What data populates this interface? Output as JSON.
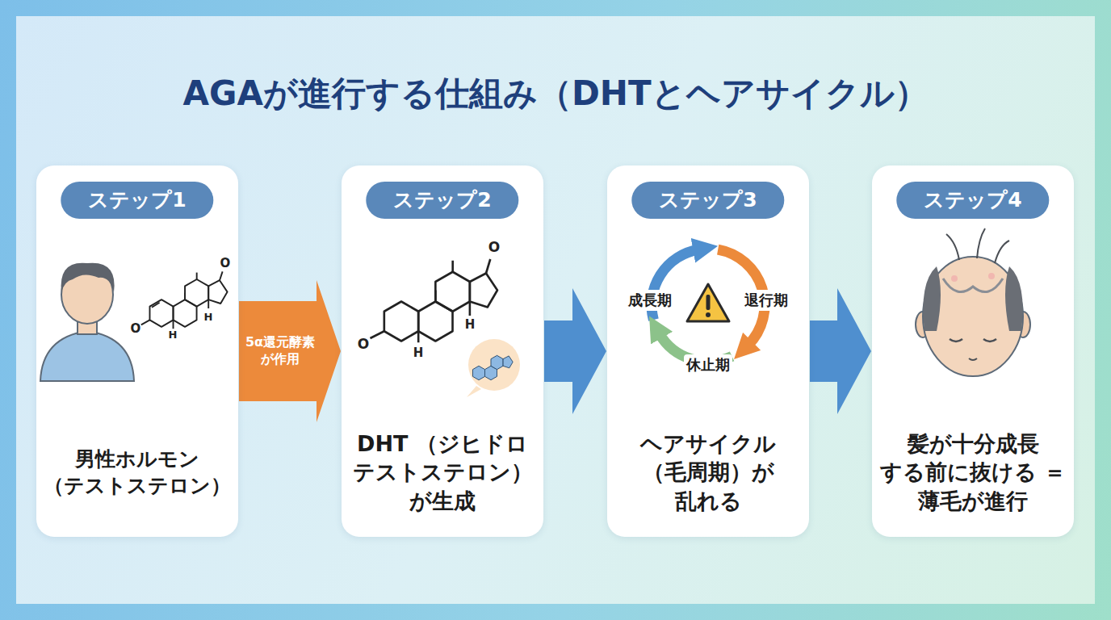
{
  "diagram": {
    "title": "AGAが進行する仕組み（DHTとヘアサイクル）",
    "nodes": [
      {
        "text": [
          "ステップ1",
          "男性ホルモン （テストステロン）"
        ]
      },
      {
        "text": [
          "ステップ2",
          "DHT （ジヒドロ テストステロン） が生成"
        ]
      },
      {
        "text": [
          "ステップ3",
          "ヘアサイクル （毛周期）が 乱れる"
        ]
      },
      {
        "text": [
          "ステップ4",
          "髪が十分成長 する前に抜ける ＝薄毛が進行"
        ]
      }
    ],
    "edges": [
      {
        "from": 0,
        "to": 1,
        "label": "5α還元酵素 が作用",
        "arrow": "to"
      },
      {
        "from": 1,
        "to": 2,
        "arrow": "to"
      },
      {
        "from": 2,
        "to": 3,
        "arrow": "to"
      }
    ],
    "labels": [
      "O",
      "O",
      "H",
      "H",
      "O",
      "O",
      "H",
      "H",
      "成長期",
      "退行期",
      "休止期"
    ]
  }
}
